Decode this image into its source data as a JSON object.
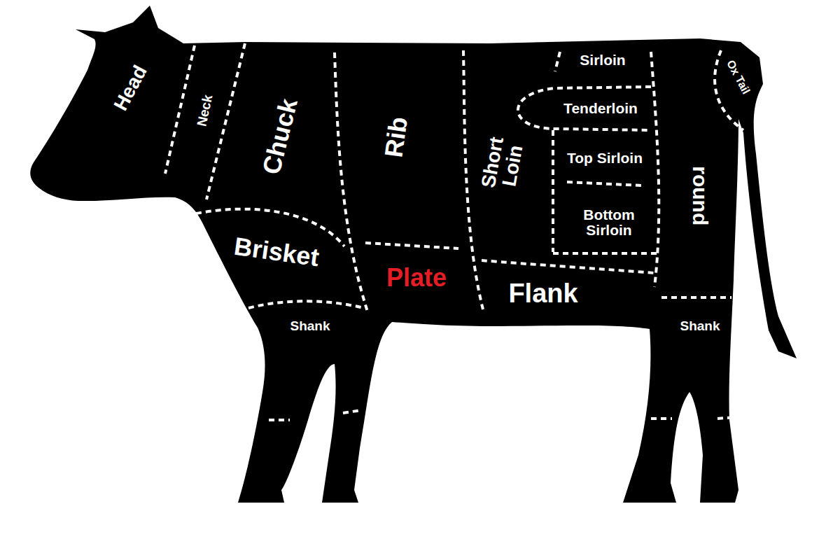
{
  "diagram": {
    "labels": [
      "Head",
      "Neck",
      "Chuck",
      "Rib",
      "Short Loin",
      "Sirloin",
      "Tenderloin",
      "Top Sirloin",
      "Bottom Sirloin",
      "round",
      "Ox Tail",
      "Brisket",
      "Plate",
      "Flank",
      "Shank",
      "Shank"
    ]
  }
}
